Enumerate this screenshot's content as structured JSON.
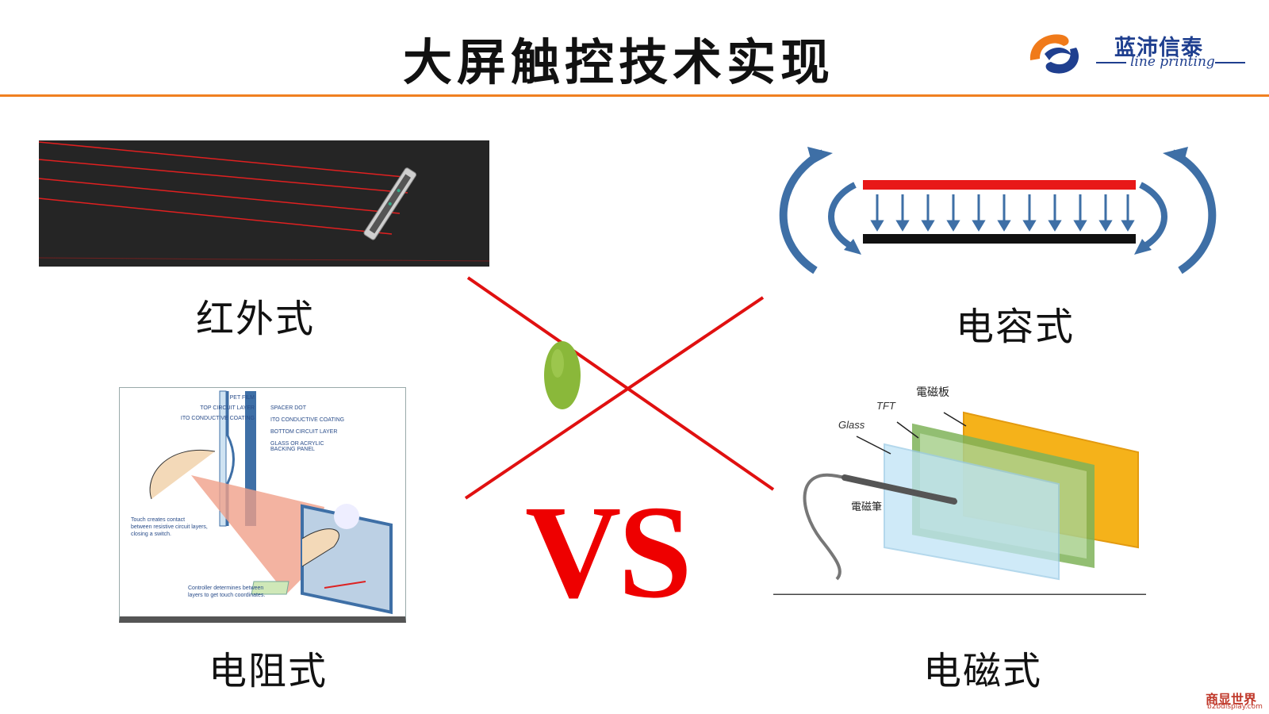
{
  "slide": {
    "title": "大屏触控技术实现",
    "vs_text": "VS"
  },
  "logo": {
    "name": "蓝沛信泰",
    "tagline": "line printing"
  },
  "panels": {
    "infrared": {
      "label": "红外式"
    },
    "capacitive": {
      "label": "电容式"
    },
    "resistive": {
      "label": "电阻式",
      "callouts": [
        "PET FILM",
        "TOP CIRCUIT LAYER",
        "ITO CONDUCTIVE COATING",
        "SPACER DOT",
        "ITO CONDUCTIVE COATING",
        "BOTTOM CIRCUIT LAYER",
        "GLASS OR ACRYLIC",
        "BACKING PANEL"
      ],
      "note1": [
        "Touch creates contact",
        "between resistive circuit layers,",
        "closing a switch."
      ],
      "note2": [
        "Controller determines between",
        "layers to get touch coordinates."
      ]
    },
    "electromagnetic": {
      "label": "电磁式",
      "layer_board": "電磁板",
      "layer_tft": "TFT",
      "layer_glass": "Glass",
      "pen": "電磁筆"
    }
  },
  "watermark": {
    "name": "商显世界",
    "site": "b2bdisplay.com"
  },
  "colors": {
    "accent_rule": "#f08020",
    "cross_lines": "#e01010",
    "vs": "#ee0000",
    "logo_blue": "#1f3f8f",
    "logo_orange": "#f07a1a",
    "ellipse_green": "#8ab83a"
  }
}
